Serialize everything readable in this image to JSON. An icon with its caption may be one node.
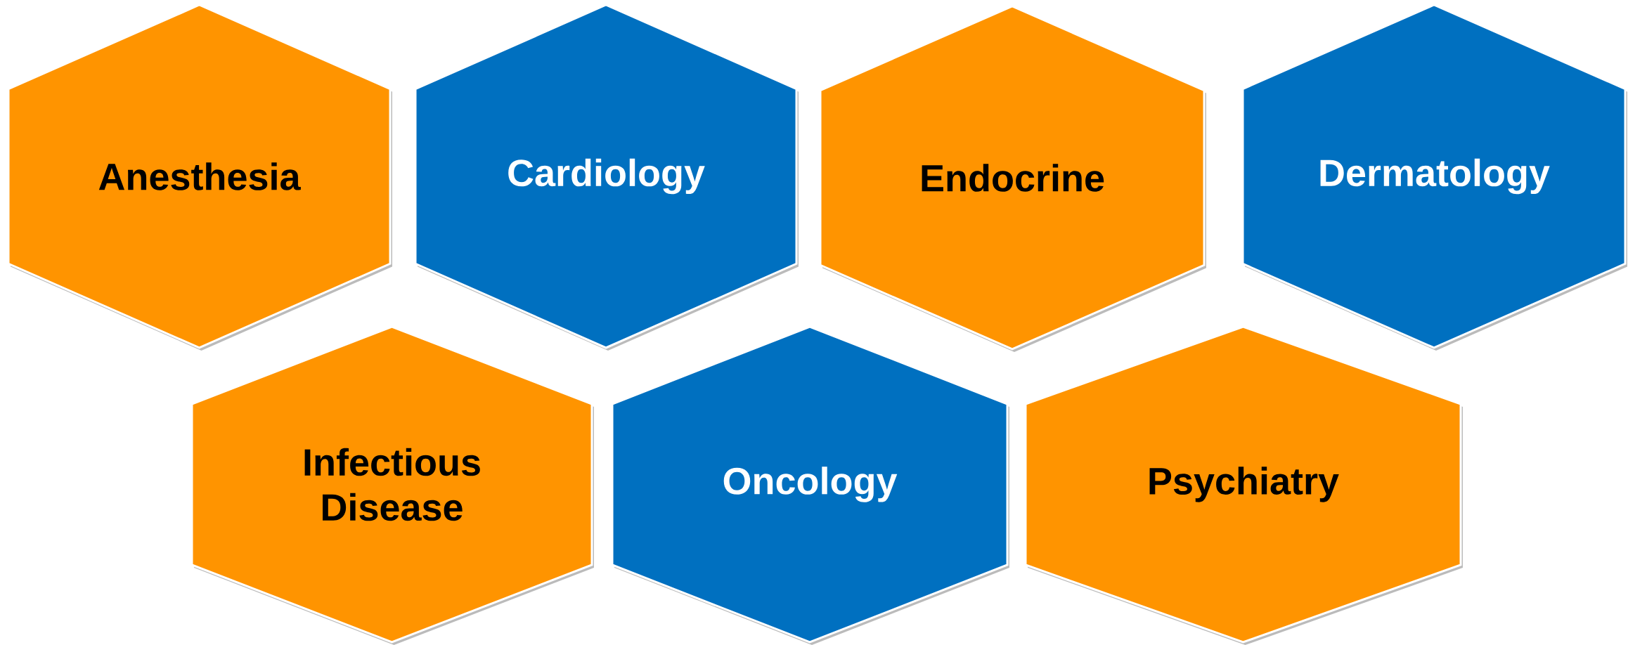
{
  "diagram": {
    "nodes": [
      {
        "text": [
          "Anesthesia"
        ]
      },
      {
        "text": [
          "Cardiology"
        ]
      },
      {
        "text": [
          "Endocrine"
        ]
      },
      {
        "text": [
          "Dermatology"
        ]
      },
      {
        "text": [
          "Infectious Disease"
        ]
      },
      {
        "text": [
          "Oncology"
        ]
      },
      {
        "text": [
          "Psychiatry"
        ]
      }
    ]
  }
}
